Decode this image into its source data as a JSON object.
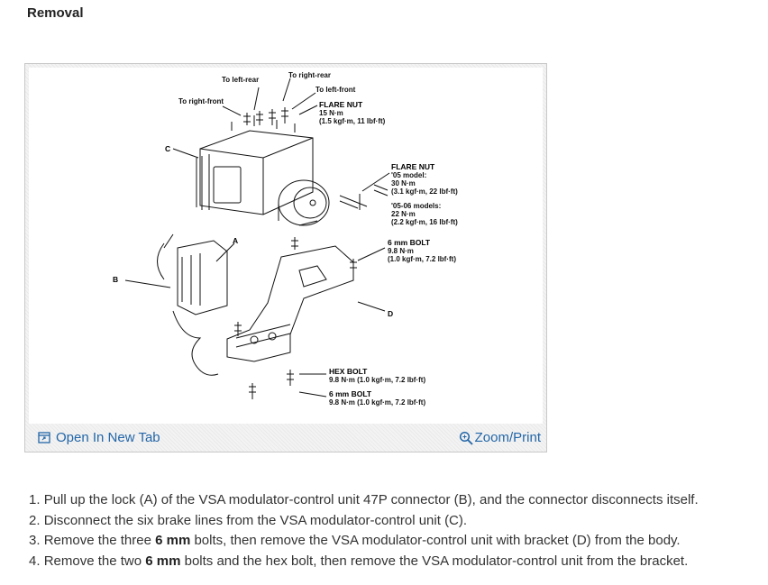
{
  "page": {
    "heading": "Removal"
  },
  "figure": {
    "labels": {
      "to_left_rear": "To left-rear",
      "to_right_rear": "To right-rear",
      "to_left_front": "To left-front",
      "to_right_front": "To right-front",
      "flare_nut_1_title": "FLARE NUT",
      "flare_nut_1_torque": "15 N·m",
      "flare_nut_1_alt": "(1.5 kgf·m, 11 lbf·ft)",
      "flare_nut_2_title": "FLARE NUT",
      "flare_nut_2_model": "'05 model:",
      "flare_nut_2_torque": "30 N·m",
      "flare_nut_2_alt": "(3.1 kgf·m, 22 lbf·ft)",
      "flare_nut_3_model": "'05-06 models:",
      "flare_nut_3_torque": "22 N·m",
      "flare_nut_3_alt": "(2.2 kgf·m, 16 lbf·ft)",
      "bolt_6mm_title": "6 mm BOLT",
      "bolt_6mm_torque": "9.8 N·m",
      "bolt_6mm_alt": "(1.0 kgf·m, 7.2 lbf·ft)",
      "hex_bolt_title": "HEX BOLT",
      "hex_bolt_spec": "9.8 N·m (1.0 kgf·m, 7.2 lbf·ft)",
      "bolt_6mm_2_title": "6 mm BOLT",
      "bolt_6mm_2_spec": "9.8 N·m (1.0 kgf·m, 7.2 lbf·ft)",
      "callout_a": "A",
      "callout_b": "B",
      "callout_c": "C",
      "callout_d": "D"
    },
    "open_tab_label": "Open In New Tab",
    "zoom_label": "Zoom/Print",
    "link_color": "#2266a8"
  },
  "steps": [
    {
      "number": "1.",
      "text": "Pull up the lock (A) of the VSA modulator-control unit 47P connector (B), and the connector disconnects itself."
    },
    {
      "number": "2.",
      "text": "Disconnect the six brake lines from the VSA modulator-control unit (C)."
    },
    {
      "number": "3.",
      "pre": "Remove the three ",
      "bold": "6 mm",
      "post": " bolts, then remove the VSA modulator-control unit with bracket (D) from the body."
    },
    {
      "number": "4.",
      "pre": "Remove the two ",
      "bold": "6 mm",
      "post": " bolts and the hex bolt, then remove the VSA modulator-control unit from the bracket."
    }
  ]
}
